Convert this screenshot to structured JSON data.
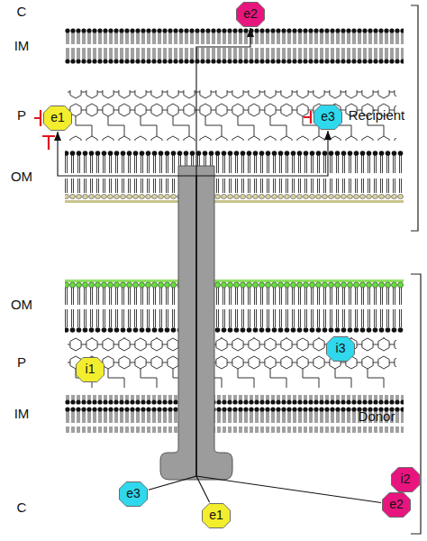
{
  "diagram": {
    "nodes": [
      {
        "text": [
          "e2"
        ]
      },
      {
        "text": [
          "e1"
        ]
      },
      {
        "text": [
          "e3"
        ]
      },
      {
        "text": [
          "i3"
        ]
      },
      {
        "text": [
          "i1"
        ]
      },
      {
        "text": [
          "i2"
        ]
      },
      {
        "text": [
          "e3"
        ]
      },
      {
        "text": [
          "e2"
        ]
      },
      {
        "text": [
          "e1"
        ]
      }
    ],
    "edges": [
      {
        "from": 8,
        "to": 1,
        "arrow": "to"
      },
      {
        "from": 6,
        "to": 2,
        "arrow": "to"
      },
      {
        "from": 7,
        "to": 0,
        "arrow": "to"
      }
    ],
    "labels": [
      "C",
      "IM",
      "P",
      "OM",
      "Recipient",
      "OM",
      "P",
      "IM",
      "C",
      "Donor"
    ]
  }
}
